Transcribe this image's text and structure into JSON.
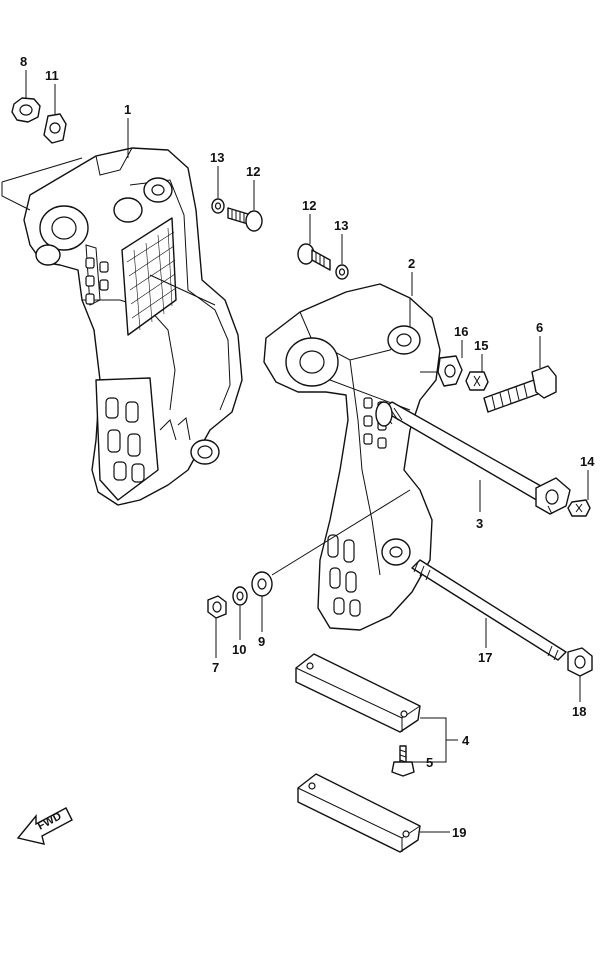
{
  "diagram": {
    "labels": {
      "l1": "1",
      "l2": "2",
      "l3": "3",
      "l4": "4",
      "l5": "5",
      "l6": "6",
      "l7": "7",
      "l8": "8",
      "l9": "9",
      "l10": "10",
      "l11": "11",
      "l12a": "12",
      "l12b": "12",
      "l13a": "13",
      "l13b": "13",
      "l14": "14",
      "l15": "15",
      "l16": "16",
      "l17": "17",
      "l18": "18",
      "l19": "19"
    },
    "fwd": "FWD"
  }
}
